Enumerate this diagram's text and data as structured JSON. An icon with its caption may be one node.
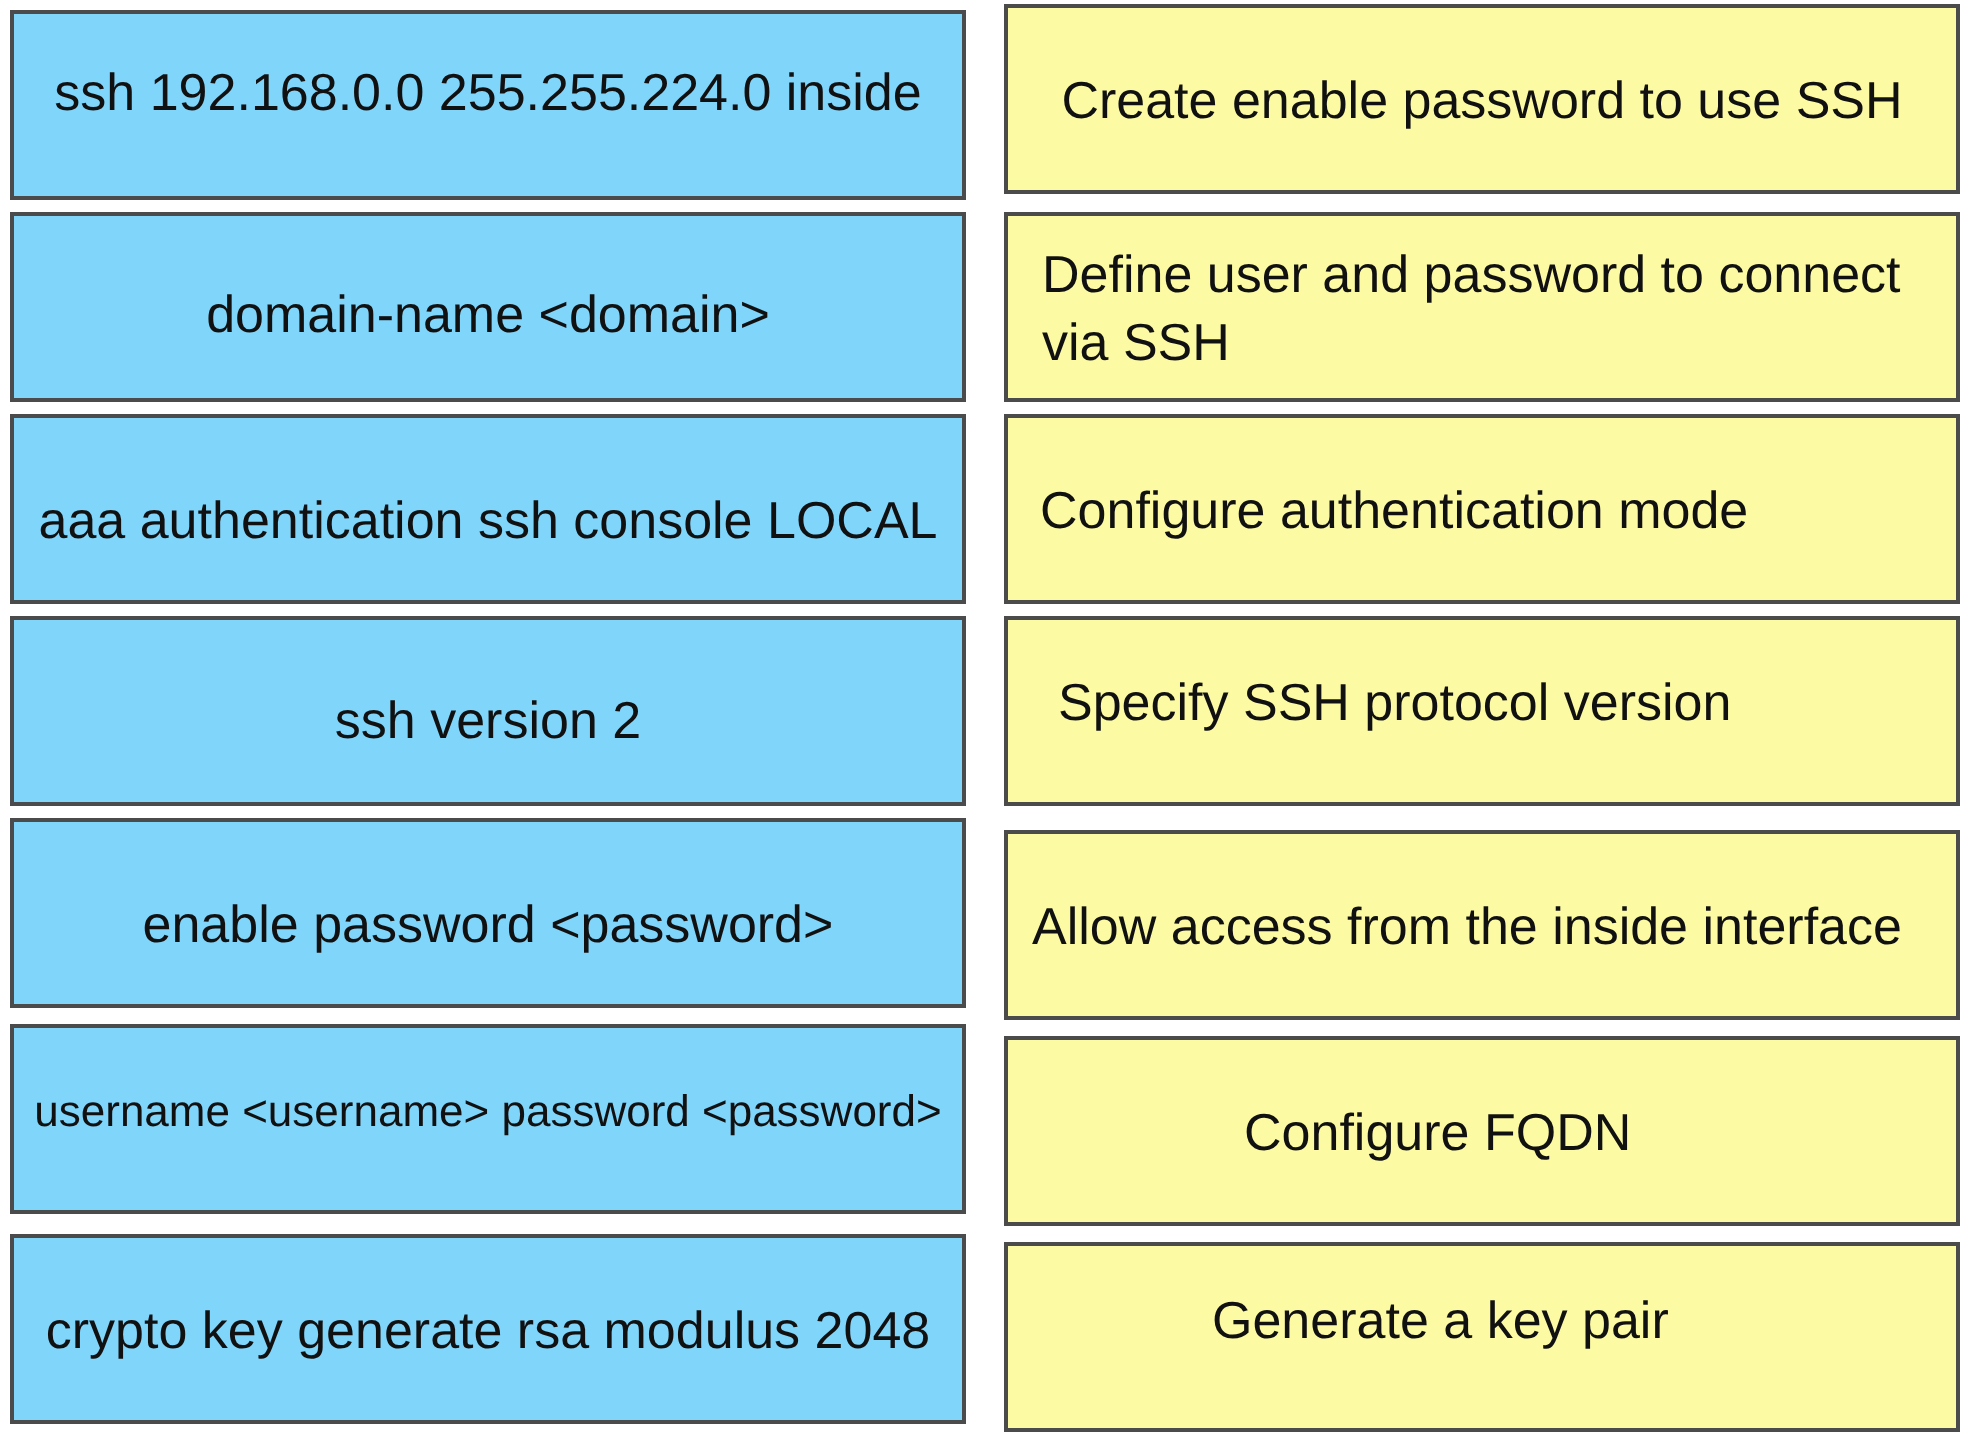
{
  "diagram": {
    "nodes": [
      {
        "text": [
          "ssh 192.168.0.0 255.255.224.0 inside"
        ]
      },
      {
        "text": [
          "Create enable password to use SSH"
        ]
      },
      {
        "text": [
          "domain-name <domain>"
        ]
      },
      {
        "text": [
          "Define user and password to connect via SSH"
        ]
      },
      {
        "text": [
          "aaa authentication ssh console LOCAL"
        ]
      },
      {
        "text": [
          "Configure authentication mode"
        ]
      },
      {
        "text": [
          "ssh version 2"
        ]
      },
      {
        "text": [
          "Specify SSH protocol version"
        ]
      },
      {
        "text": [
          "enable password <password>"
        ]
      },
      {
        "text": [
          "Allow access from the inside interface"
        ]
      },
      {
        "text": [
          "username <username> password <password>"
        ]
      },
      {
        "text": [
          "Configure FQDN"
        ]
      },
      {
        "text": [
          "crypto key generate rsa modulus 2048"
        ]
      },
      {
        "text": [
          "Generate a key pair"
        ]
      }
    ]
  }
}
